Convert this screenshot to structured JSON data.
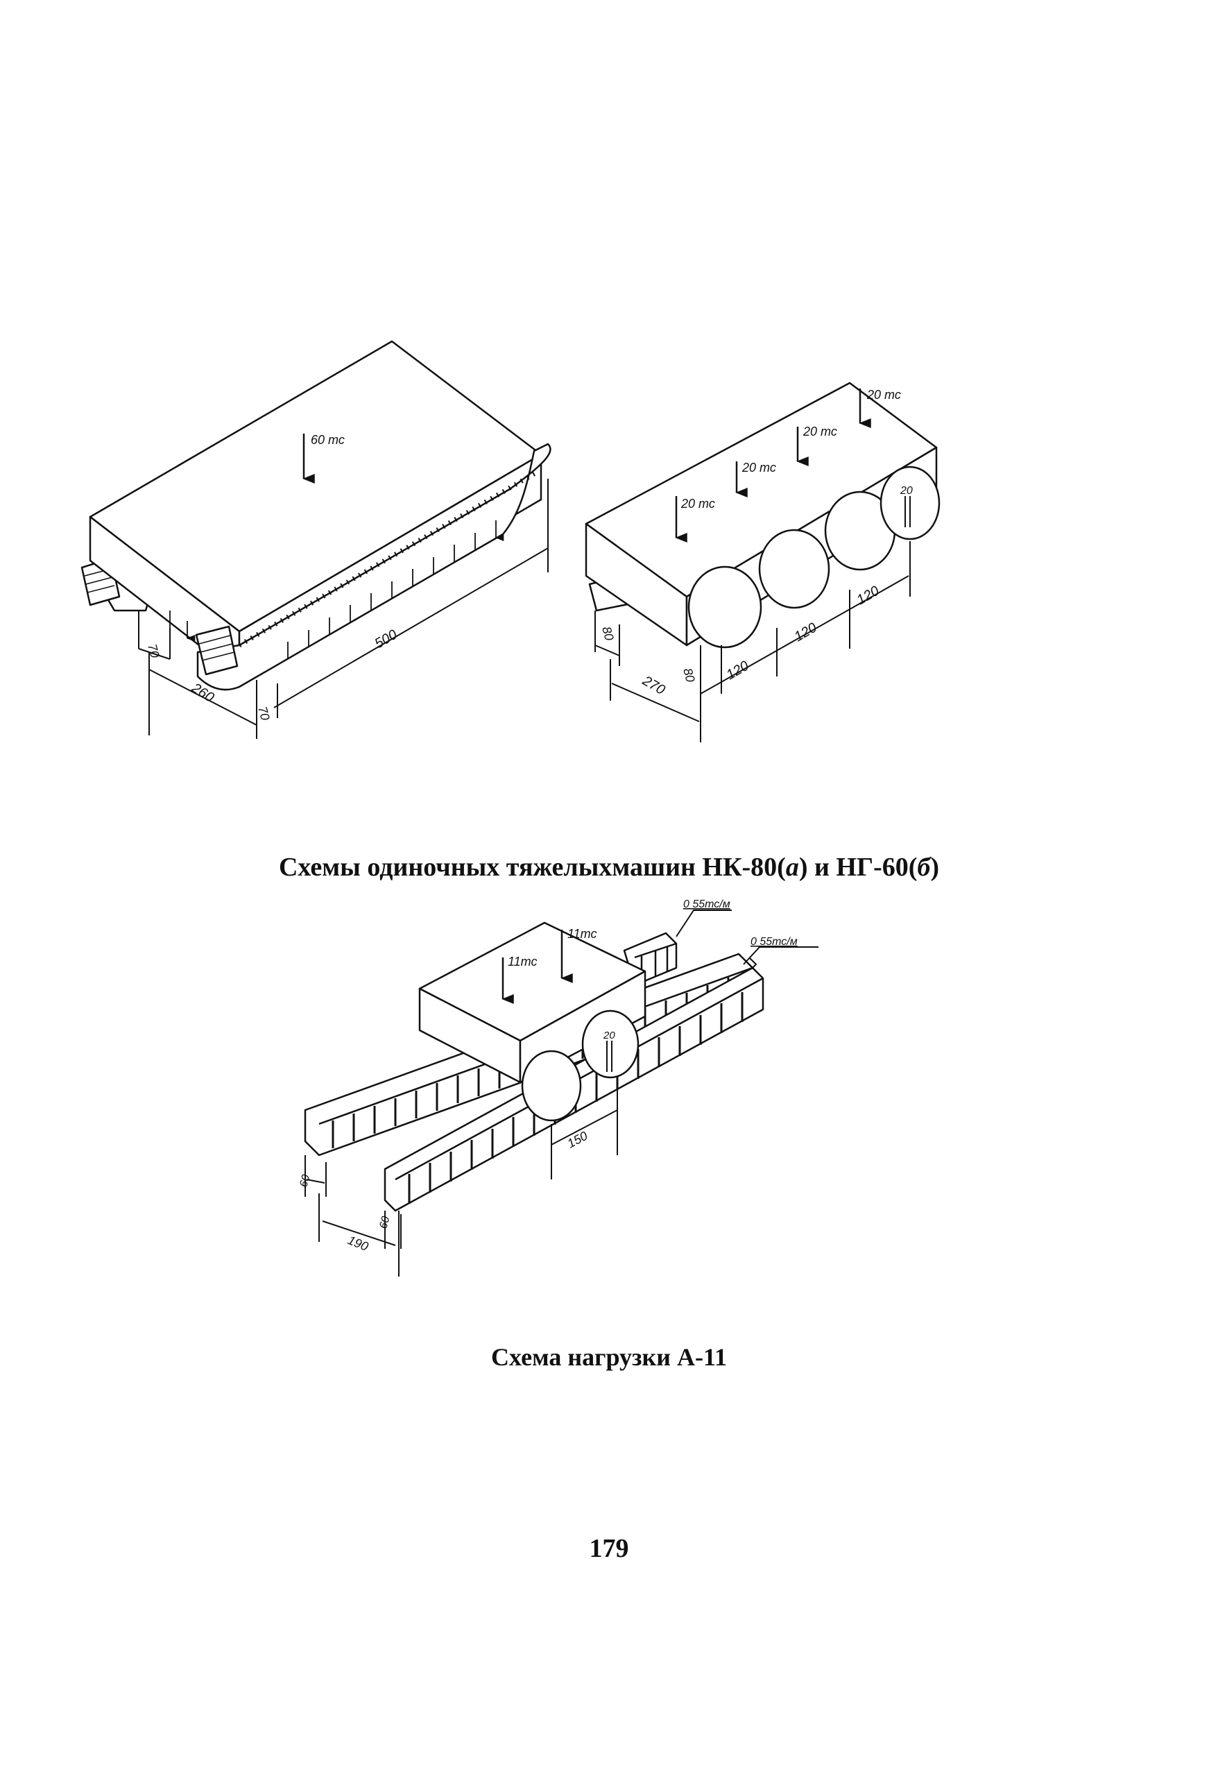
{
  "figure_a": {
    "load_label": "60 тс",
    "dimensions": {
      "track_width": "70",
      "gauge": "260",
      "track_width_2": "70",
      "track_length": "500"
    }
  },
  "figure_b": {
    "axle_loads": [
      "20 тс",
      "20 тс",
      "20 тс",
      "20 тс"
    ],
    "wheel_label": "20",
    "dimensions": {
      "wheel_width": "80",
      "gauge": "270",
      "wheel_width_2": "80",
      "axle_spacing": [
        "120",
        "120",
        "120"
      ]
    }
  },
  "caption1": {
    "text": "Схемы одиночных тяжелыхмашин НК-80(",
    "a": "а",
    "mid": ") и НГ-60(",
    "b": "б",
    "end": ")"
  },
  "figure_c": {
    "axle_loads": [
      "11тс",
      "11тс"
    ],
    "lane_loads": [
      "0 55тс/м",
      "0 55тс/м"
    ],
    "wheel_label": "20",
    "dimensions": {
      "axle_spacing": "150",
      "strip_width": "60",
      "gauge": "190",
      "strip_width_2": "60"
    }
  },
  "caption2": "Схема нагрузки А-11",
  "page_number": "179"
}
